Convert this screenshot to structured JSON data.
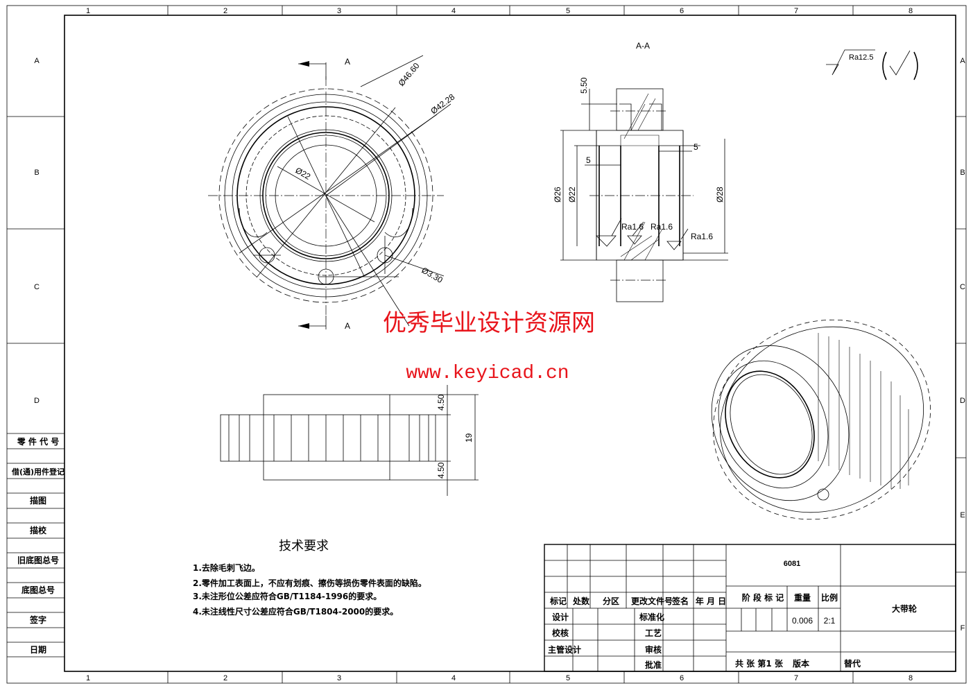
{
  "zones": {
    "columns": [
      "1",
      "2",
      "3",
      "4",
      "5",
      "6",
      "7",
      "8"
    ],
    "rows_left": [
      "A",
      "B",
      "C",
      "D"
    ],
    "rows_right": [
      "A",
      "B",
      "C",
      "D",
      "E",
      "F"
    ]
  },
  "side_table": [
    "零 件 代 号",
    "借(通)用件登记",
    "描图",
    "描校",
    "旧底图总号",
    "底图总号",
    "签字",
    "日期"
  ],
  "views": {
    "section_marker": "A",
    "section_title": "A-A",
    "front_dims": [
      "Ø46.60",
      "Ø42.28",
      "Ø22",
      "Ø3.30"
    ],
    "section_dims": [
      "5.50",
      "5",
      "5",
      "Ø26",
      "Ø22",
      "Ø28"
    ],
    "roughness_marks": [
      "Ra1.6",
      "Ra1.6",
      "Ra1.6"
    ],
    "side_dims": [
      "4.50",
      "19",
      "4.50"
    ],
    "general_roughness": "Ra12.5"
  },
  "tech_requirements": {
    "title": "技术要求",
    "items": [
      "1.去除毛刺飞边。",
      "2.零件加工表面上，不应有划痕、擦伤等损伤零件表面的缺陷。",
      "3.未注形位公差应符合GB/T1184-1996的要求。",
      "4.未注线性尺寸公差应符合GB/T1804-2000的要求。"
    ]
  },
  "watermark": {
    "name": "优秀毕业设计资源网",
    "url": "www.keyicad.cn"
  },
  "title_block": {
    "material": "6081",
    "header_row": [
      "标记",
      "处数",
      "分区",
      "更改文件号",
      "签名",
      "年 月 日"
    ],
    "roles": [
      "设计",
      "校核",
      "主管设计"
    ],
    "roles_mid": [
      "标准化",
      "工艺",
      "审核",
      "批准"
    ],
    "stage_label": "阶 段 标 记",
    "weight_label": "重量",
    "scale_label": "比例",
    "weight": "0.006",
    "scale": "2:1",
    "part_name": "大带轮",
    "sheet_info": "共  张  第1 张",
    "version": "版本",
    "replace": "替代"
  }
}
